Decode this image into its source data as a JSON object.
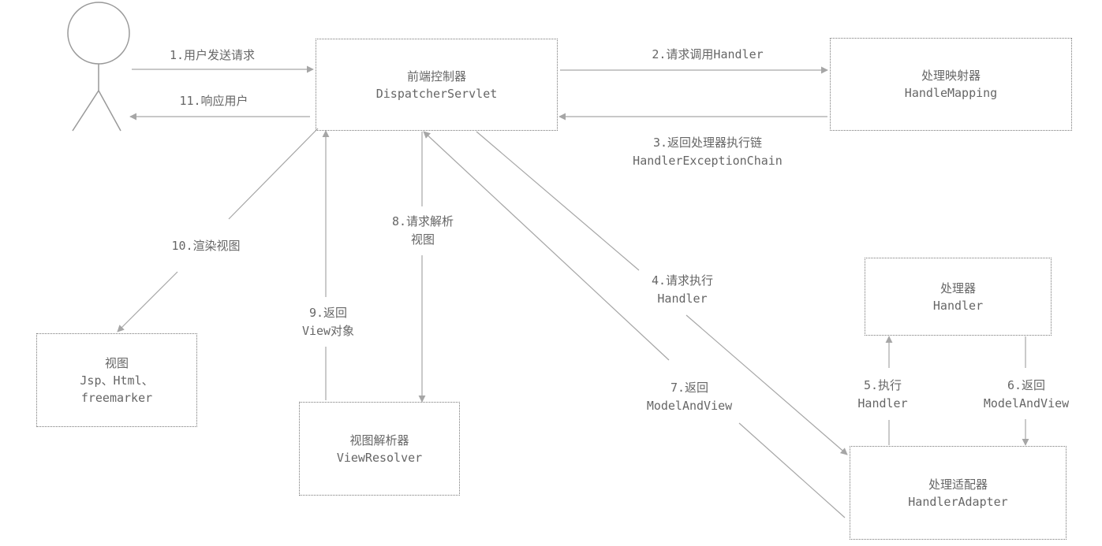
{
  "colors": {
    "line": "#a6a6a6",
    "text": "#666666",
    "border": "#777777"
  },
  "nodes": {
    "dispatcher": {
      "title": "前端控制器",
      "subtitle": "DispatcherServlet"
    },
    "mapping": {
      "title": "处理映射器",
      "subtitle": "HandleMapping"
    },
    "handler": {
      "title": "处理器",
      "subtitle": "Handler"
    },
    "adapter": {
      "title": "处理适配器",
      "subtitle": "HandlerAdapter"
    },
    "resolver": {
      "title": "视图解析器",
      "subtitle": "ViewResolver"
    },
    "view": {
      "title": "视图",
      "line2": "Jsp、Html、",
      "line3": "freemarker"
    }
  },
  "edges": {
    "e1": {
      "line1": "1.用户发送请求"
    },
    "e2": {
      "line1": "2.请求调用Handler"
    },
    "e3": {
      "line1": "3.返回处理器执行链",
      "line2": "HandlerExceptionChain"
    },
    "e4": {
      "line1": "4.请求执行",
      "line2": "Handler"
    },
    "e5": {
      "line1": "5.执行",
      "line2": "Handler"
    },
    "e6": {
      "line1": "6.返回",
      "line2": "ModelAndView"
    },
    "e7": {
      "line1": "7.返回",
      "line2": "ModelAndView"
    },
    "e8": {
      "line1": "8.请求解析",
      "line2": "视图"
    },
    "e9": {
      "line1": "9.返回",
      "line2": "View对象"
    },
    "e10": {
      "line1": "10.渲染视图"
    },
    "e11": {
      "line1": "11.响应用户"
    }
  }
}
